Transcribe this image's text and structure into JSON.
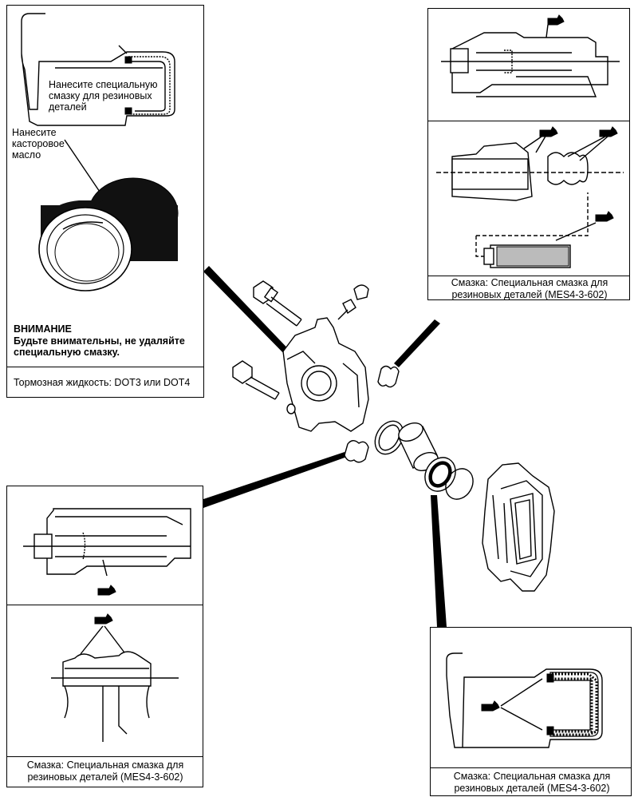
{
  "panel_piston": {
    "label_rubber_grease": "Нанесите специальную смазку для резиновых деталей",
    "label_castor_oil": "Нанесите касторовое масло",
    "warning_title": "ВНИМАНИЕ",
    "warning_text": "Будьте внимательны, не удаляйте специальную смазку.",
    "brake_fluid": "Тормозная жидкость: DOT3 или DOT4"
  },
  "panel_top_right": {
    "caption": "Смазка: Специальная смазка для резиновых деталей (MES4-3-602)"
  },
  "panel_bottom_left": {
    "caption": "Смазка: Специальная смазка для резиновых деталей (MES4-3-602)"
  },
  "panel_bottom_right": {
    "caption": "Смазка: Специальная смазка для резиновых деталей (MES4-3-602)"
  }
}
